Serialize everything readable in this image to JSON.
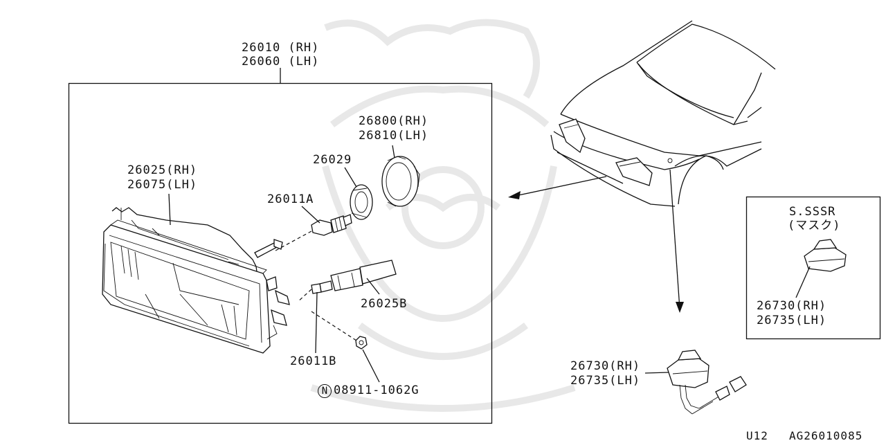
{
  "main_assembly": {
    "part_rh": "26010 (RH)",
    "part_lh": "26060 (LH)"
  },
  "parts": {
    "housing": {
      "rh": "26025(RH)",
      "lh": "26075(LH)"
    },
    "bulb_main": {
      "label": "26011A"
    },
    "socket": {
      "label": "26029"
    },
    "retainer_ring": {
      "rh": "26800(RH)",
      "lh": "26810(LH)"
    },
    "bulb_socket_b": {
      "label": "26025B"
    },
    "bulb_small": {
      "label": "26011B"
    },
    "nut": {
      "prefix": "N",
      "number": "08911-1062G"
    },
    "side_marker": {
      "rh": "26730(RH)",
      "lh": "26735(LH)"
    }
  },
  "inset": {
    "title": "S.SSSR",
    "subtitle": "(マスク)",
    "part_rh": "26730(RH)",
    "part_lh": "26735(LH)"
  },
  "footer": {
    "code": "U12",
    "ref": "AG26010085"
  }
}
